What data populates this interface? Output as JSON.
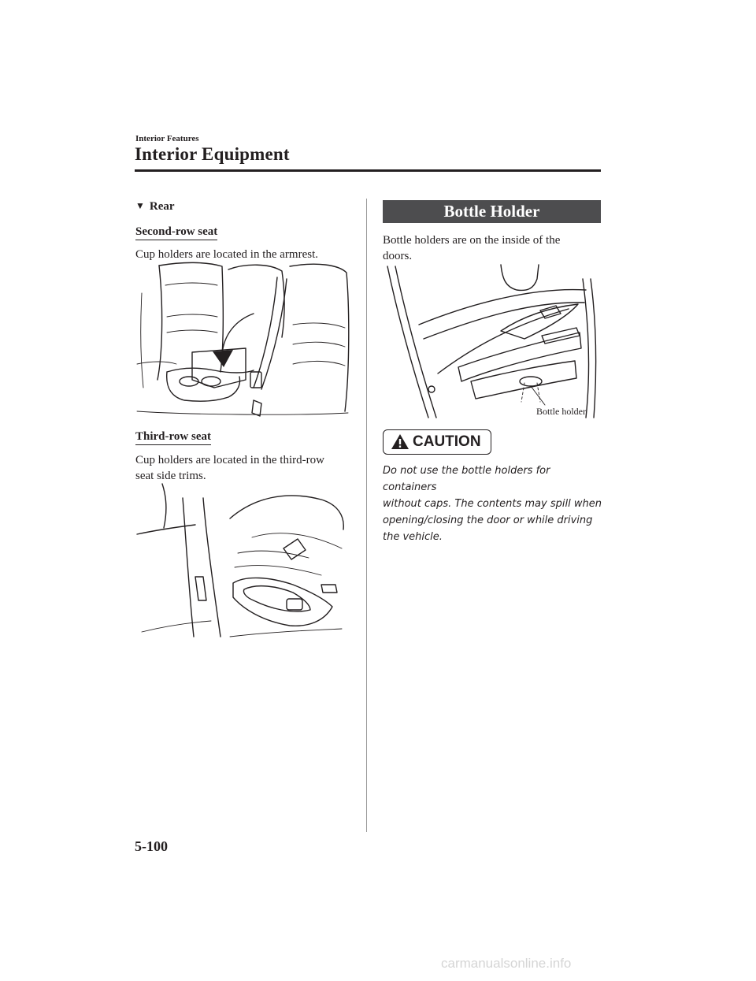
{
  "header": {
    "chapter": "Interior Features",
    "title": "Interior Equipment"
  },
  "left": {
    "subsection": "Rear",
    "second_row": {
      "heading": "Second-row seat",
      "text": "Cup holders are located in the armrest."
    },
    "third_row": {
      "heading": "Third-row seat",
      "text_line1": "Cup holders are located in the third-row",
      "text_line2": "seat side trims."
    }
  },
  "right": {
    "section_title": "Bottle Holder",
    "text_line1": "Bottle holders are on the inside of the",
    "text_line2": "doors.",
    "callout": "Bottle holder",
    "caution": {
      "label": "CAUTION",
      "lines": [
        "Do not use the bottle holders for containers",
        "without caps. The contents may spill when",
        "opening/closing the door or while driving",
        "the vehicle."
      ]
    }
  },
  "footer": {
    "page_number": "5-100",
    "watermark": "carmanualsonline.info"
  },
  "icons": {
    "subsection_marker": "down-triangle-icon",
    "caution": "warning-triangle-icon"
  }
}
